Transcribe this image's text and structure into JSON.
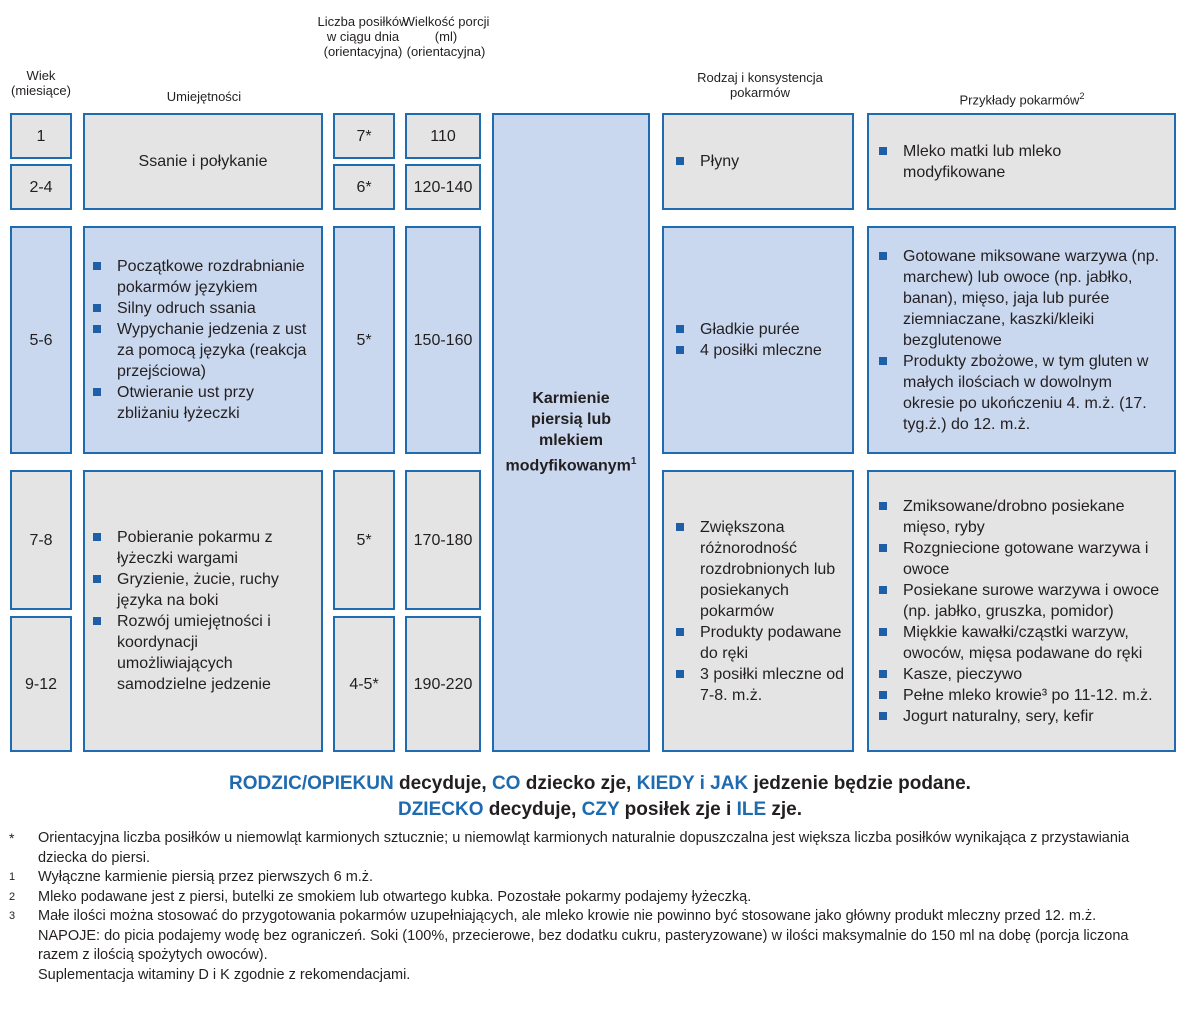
{
  "headers": {
    "age": "Wiek (miesiące)",
    "skills": "Umiejętności",
    "meals": "Liczba posiłków w ciągu dnia (orientacyjna)",
    "portion": "Wielkość porcji (ml) (orientacyjna)",
    "type": "Rodzaj i konsystencja pokarmów",
    "examples": "Przykłady pokarmów",
    "examples_sup": "2"
  },
  "rows": {
    "r1": {
      "age": "1",
      "meals": "7*",
      "portion": "110"
    },
    "r2": {
      "age": "2-4",
      "meals": "6*",
      "portion": "120-140"
    },
    "r3": {
      "age": "5-6",
      "meals": "5*",
      "portion": "150-160"
    },
    "r4": {
      "age": "7-8",
      "meals": "5*",
      "portion": "170-180"
    },
    "r5": {
      "age": "9-12",
      "meals": "4-5*",
      "portion": "190-220"
    }
  },
  "groups": {
    "g1": {
      "skills": "Ssanie i połykanie",
      "type": [
        "Płyny"
      ],
      "examples": [
        "Mleko matki lub mleko modyfikowane"
      ]
    },
    "g2": {
      "skills": [
        "Początkowe rozdrabnianie pokarmów językiem",
        "Silny odruch ssania",
        "Wypychanie jedzenia z ust za pomocą języka (reakcja przejściowa)",
        "Otwieranie ust przy zbliżaniu łyżeczki"
      ],
      "type": [
        "Gładkie purée",
        "4 posiłki mleczne"
      ],
      "examples": [
        "Gotowane miksowane warzywa (np. marchew) lub owoce (np. jabłko, banan), mięso, jaja lub purée ziemniaczane, kaszki/kleiki bezglutenowe",
        "Produkty zbożowe, w tym gluten w małych ilościach w dowolnym okresie po ukończeniu 4. m.ż. (17. tyg.ż.) do 12. m.ż."
      ]
    },
    "g3": {
      "skills": [
        "Pobieranie pokarmu z łyżeczki wargami",
        "Gryzienie, żucie, ruchy języka na boki",
        "Rozwój umiejętności i koordynacji umożliwiających samodzielne jedzenie"
      ],
      "type": [
        "Zwiększona różnorodność rozdrobnionych lub posiekanych pokarmów",
        "Produkty podawane do ręki",
        "3 posiłki mleczne od 7-8. m.ż."
      ],
      "examples": [
        "Zmiksowane/drobno posiekane mięso, ryby",
        "Rozgniecione gotowane warzywa i owoce",
        "Posiekane surowe warzywa i owoce (np. jabłko, gruszka, pomidor)",
        "Miękkie kawałki/cząstki warzyw, owoców, mięsa podawane do ręki",
        "Kasze, pieczywo",
        "Pełne mleko krowie³ po 11-12. m.ż.",
        "Jogurt naturalny, sery, kefir"
      ]
    }
  },
  "breastfeeding": {
    "text": "Karmienie piersią lub mlekiem modyfikowanym",
    "sup": "1"
  },
  "slogan": {
    "line1": [
      "RODZIC/OPIEKUN",
      " decyduje, ",
      "CO",
      " dziecko zje, ",
      "KIEDY i JAK",
      " jedzenie będzie podane."
    ],
    "line2": [
      "DZIECKO",
      " decyduje, ",
      "CZY",
      " posiłek zje i ",
      "ILE",
      " zje."
    ]
  },
  "footnotes": [
    {
      "mark": "*",
      "text": "Orientacyjna liczba posiłków u niemowląt karmionych sztucznie; u niemowląt karmionych naturalnie dopuszczalna jest większa liczba posiłków wynikająca z przystawiania dziecka do piersi."
    },
    {
      "mark": "1",
      "text": "Wyłączne karmienie piersią przez pierwszych 6 m.ż."
    },
    {
      "mark": "2",
      "text": "Mleko podawane jest z piersi, butelki ze smokiem lub otwartego kubka. Pozostałe pokarmy podajemy łyżeczką."
    },
    {
      "mark": "3",
      "text": "Małe ilości można stosować do przygotowania pokarmów uzupełniających, ale mleko krowie nie powinno być stosowane jako główny produkt mleczny przed 12. m.ż."
    },
    {
      "mark": "",
      "text": "NAPOJE: do picia podajemy wodę bez ograniczeń. Soki (100%, przecierowe, bez dodatku cukru, pasteryzowane) w ilości maksymalnie do 150 ml na dobę (porcja liczona razem z ilością spożytych owoców)."
    },
    {
      "mark": "",
      "text": "Suplementacja witaminy D i K zgodnie z rekomendacjami."
    }
  ],
  "colors": {
    "border": "#1f6bb0",
    "grey_fill": "#e4e4e4",
    "blue_fill": "#c9d8ef",
    "accent_text": "#1f6bb0"
  }
}
